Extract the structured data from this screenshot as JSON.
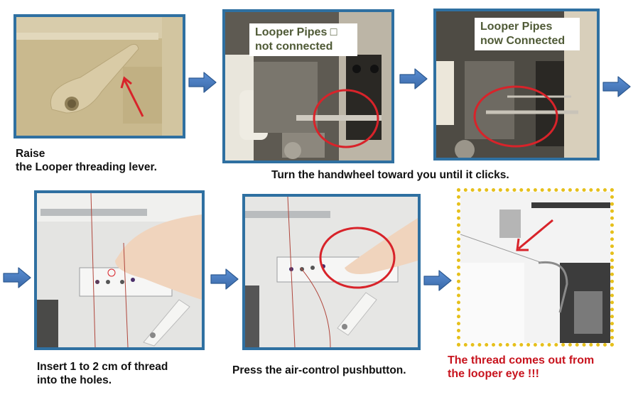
{
  "steps": [
    {
      "id": 1,
      "caption_line1": "Raise",
      "caption_line2": "the Looper threading lever."
    },
    {
      "id": 2,
      "label_line1": "Looper Pipes □",
      "label_line2": "not connected"
    },
    {
      "id": 3,
      "label_line1": "Looper Pipes",
      "label_line2": "now Connected"
    },
    {
      "id": 4,
      "caption_line1": "Insert 1 to 2 cm of thread",
      "caption_line2": "into the holes."
    },
    {
      "id": 5,
      "caption_line1": "Press the air-control pushbutton."
    },
    {
      "id": 6,
      "caption_line1": "The thread comes out from",
      "caption_line2": "the looper eye !!!"
    }
  ],
  "shared_caption": "Turn the handwheel toward you until it clicks.",
  "colors": {
    "frame_border": "#2f70a1",
    "arrow_fill": "#4a7cc0",
    "highlight_circle": "#d8232a",
    "dotted_border": "#e6c01c",
    "warning_text": "#c8141e",
    "label_text": "#4f5a36"
  },
  "icons": [
    "right-arrow-icon"
  ]
}
